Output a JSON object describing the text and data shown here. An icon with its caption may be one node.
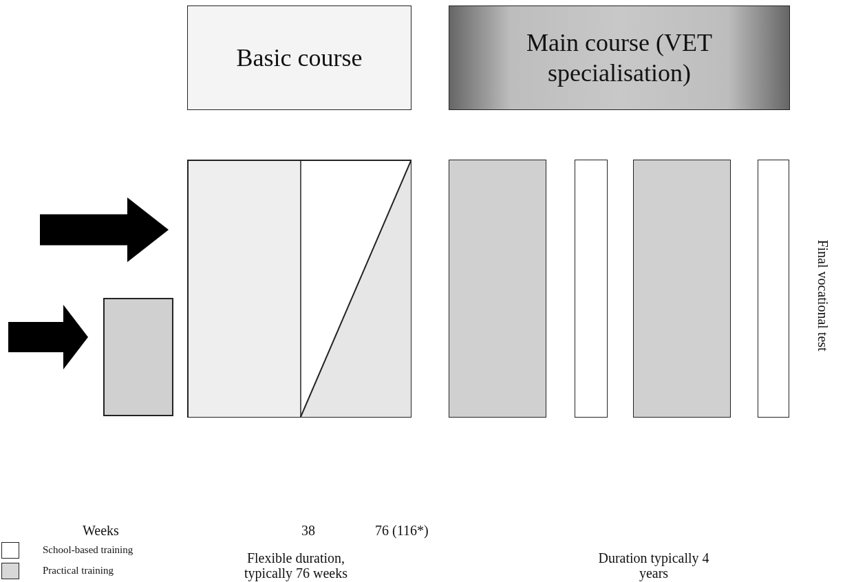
{
  "diagram": {
    "nodes": [
      {
        "text": [
          "Basic course"
        ]
      },
      {
        "text": [
          "Main course (VET specialisation)"
        ]
      },
      {
        "text": [],
        "shape": "box"
      },
      {
        "text": [],
        "shape": "box"
      },
      {
        "text": [],
        "shape": "bar"
      },
      {
        "text": [],
        "shape": "bar"
      },
      {
        "text": [],
        "shape": "bar"
      },
      {
        "text": [],
        "shape": "bar"
      }
    ],
    "edges": [
      {
        "from": null,
        "to": 2,
        "arrow": "to"
      },
      {
        "from": null,
        "to": 3,
        "arrow": "to"
      }
    ],
    "labels": [
      "Final vocational test",
      "Weeks",
      "38",
      "76 (116*)",
      "Flexible duration, typically 76 weeks",
      "Duration typically 4 years"
    ],
    "legend": [
      {
        "text": "School-based training",
        "color": "#ffffff"
      },
      {
        "text": "Practical training",
        "color": "#d8d8d8"
      }
    ]
  }
}
